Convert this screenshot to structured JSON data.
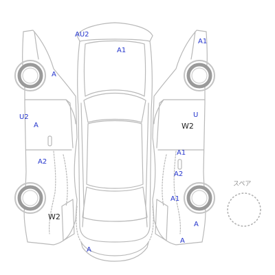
{
  "colors": {
    "outline": "#b8b8b8",
    "outline_light": "#cfcfcf",
    "damage_code": "#2233cc",
    "note_code": "#222222",
    "spare_label": "#8f8f8f"
  },
  "labels": {
    "front_roof_au2": "AU2",
    "front_roof_a1": "A1",
    "left_front_fender_a": "A",
    "left_front_door_u2": "U2",
    "left_front_door_a": "A",
    "left_rear_door_a2": "A2",
    "left_rear_quarter_w2": "W2",
    "right_front_fender_a1": "A1",
    "right_front_door_u": "U",
    "right_front_door_w2": "W2",
    "right_door_seam_a1": "A1",
    "right_rear_door_a2": "A2",
    "right_rear_door_lower_a1": "A1",
    "right_rear_quarter_a_upper": "A",
    "right_rear_quarter_a_lower": "A",
    "rear_bumper_a": "A",
    "spare": "スペア"
  },
  "icons": [
    "spare-tire-icon",
    "left-front-wheel-icon",
    "left-rear-wheel-icon",
    "right-front-wheel-icon",
    "right-rear-wheel-icon"
  ]
}
